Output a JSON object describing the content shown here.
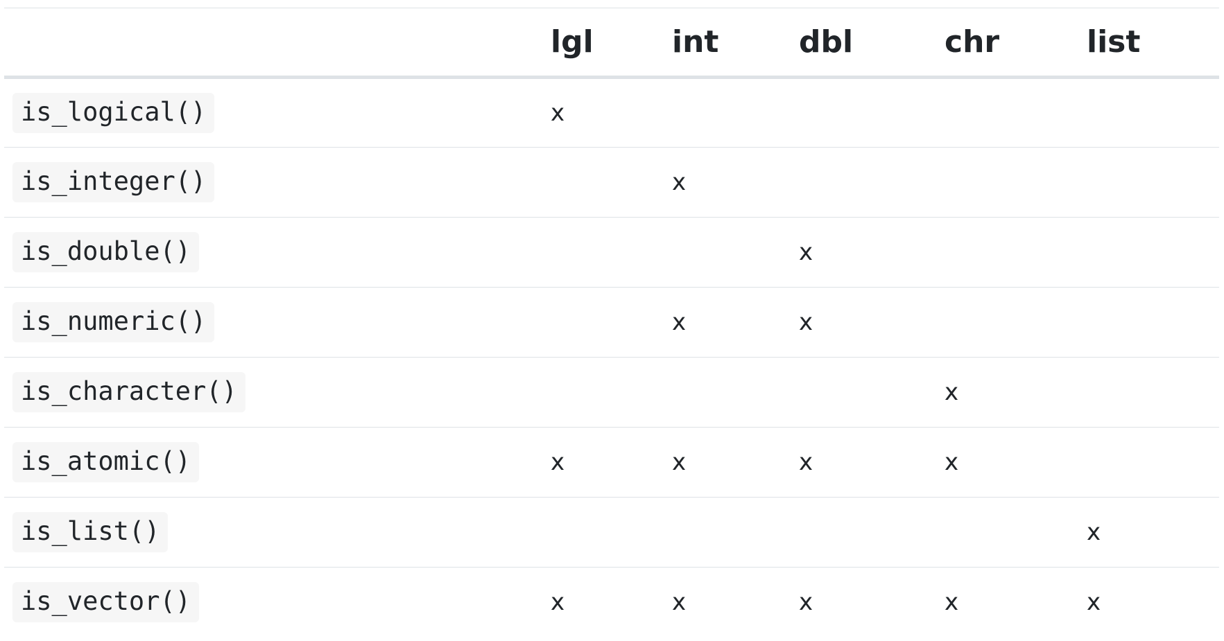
{
  "table": {
    "headers": [
      "",
      "lgl",
      "int",
      "dbl",
      "chr",
      "list"
    ],
    "rows": [
      {
        "fn": "is_logical()",
        "cells": [
          "x",
          "",
          "",
          "",
          ""
        ]
      },
      {
        "fn": "is_integer()",
        "cells": [
          "",
          "x",
          "",
          "",
          ""
        ]
      },
      {
        "fn": "is_double()",
        "cells": [
          "",
          "",
          "x",
          "",
          ""
        ]
      },
      {
        "fn": "is_numeric()",
        "cells": [
          "",
          "x",
          "x",
          "",
          ""
        ]
      },
      {
        "fn": "is_character()",
        "cells": [
          "",
          "",
          "",
          "x",
          ""
        ]
      },
      {
        "fn": "is_atomic()",
        "cells": [
          "x",
          "x",
          "x",
          "x",
          ""
        ]
      },
      {
        "fn": "is_list()",
        "cells": [
          "",
          "",
          "",
          "",
          "x"
        ]
      },
      {
        "fn": "is_vector()",
        "cells": [
          "x",
          "x",
          "x",
          "x",
          "x"
        ]
      }
    ]
  },
  "colors": {
    "text": "#212529",
    "border": "#dee2e6",
    "code_background": "#f6f6f6"
  }
}
